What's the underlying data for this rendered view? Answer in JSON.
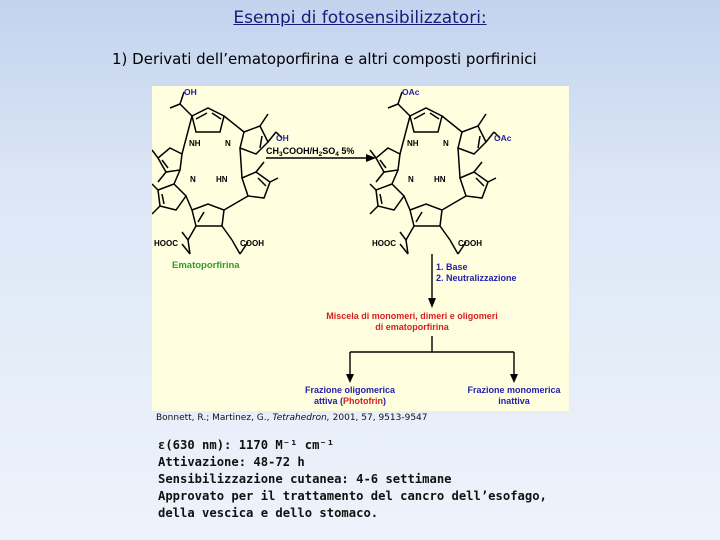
{
  "title": "Esempi di fotosensibilizzatori:",
  "subtitle": "1) Derivati dell’ematoporfirina e altri composti porfirinici",
  "scheme": {
    "left_top_sub": "OH",
    "left_right_sub": "OH",
    "right_top_sub": "OAc",
    "right_right_sub": "OAc",
    "nh": "NH",
    "n": "N",
    "hn": "HN",
    "hooc": "HOOC",
    "cooh": "COOH",
    "reagent": "CH3COOH/H2SO4 5%",
    "reagent_main": "CH",
    "reagent_sub1": "3",
    "reagent_mid": "COOH/H",
    "reagent_sub2": "2",
    "reagent_so": "SO",
    "reagent_sub3": "4",
    "reagent_pct": " 5%",
    "compound_name": "Ematoporfirina",
    "step1": "1. Base",
    "step2": "2. Neutralizzazione",
    "mixture_line1": "Miscela di monomeri, dimeri e oligomeri",
    "mixture_line2": "di ematoporfirina",
    "fraction_left_line1": "Frazione oligomerica",
    "fraction_left_line2a": "attiva (",
    "fraction_left_photofrin": "Photofrin",
    "fraction_left_line2b": ")",
    "fraction_right_line1": "Frazione monomerica",
    "fraction_right_line2": "inattiva",
    "colors": {
      "blue": "#1f1fa8",
      "red": "#d42020",
      "green": "#2aa02a",
      "background": "#ffffe0"
    }
  },
  "citation": {
    "authors": "Bonnett, R.; Martinez, G.,",
    "journal": "Tetrahedron,",
    "details": "2001, 57, 9513-9547"
  },
  "properties": [
    "ε(630 nm): 1170 M⁻¹ cm⁻¹",
    "Attivazione: 48-72 h",
    "Sensibilizzazione cutanea: 4-6 settimane",
    "Approvato per il trattamento del cancro dell’esofago,",
    "della vescica e dello stomaco."
  ]
}
